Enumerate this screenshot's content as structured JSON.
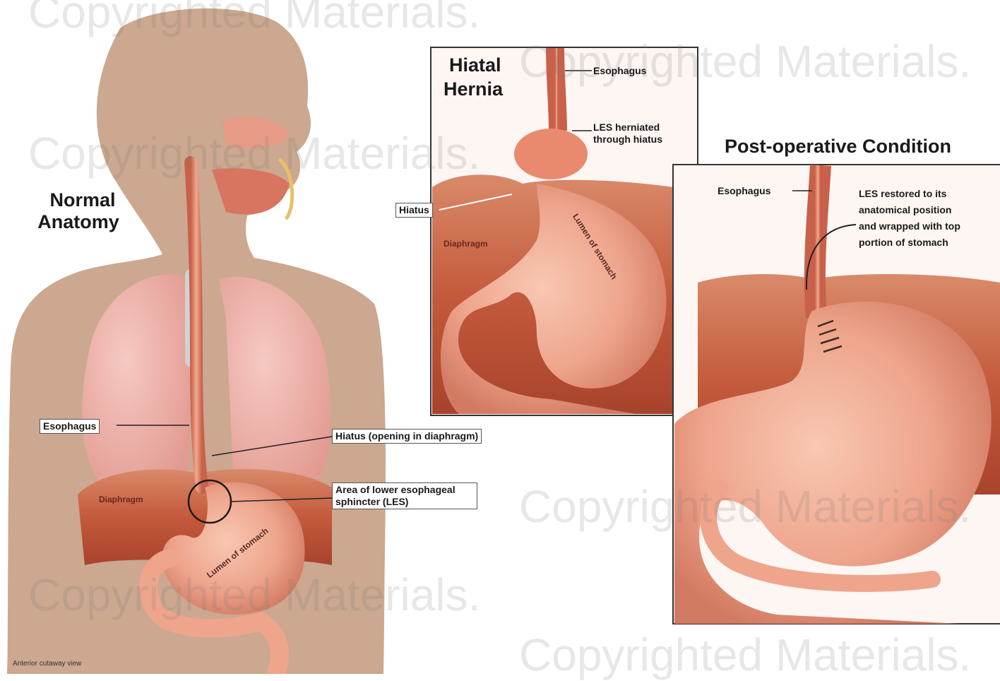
{
  "watermark": "Copyrighted Materials.",
  "normal": {
    "title_line1": "Normal",
    "title_line2": "Anatomy",
    "esophagus": "Esophagus",
    "diaphragm": "Diaphragm",
    "hiatus": "Hiatus (opening in diaphragm)",
    "les_line1": "Area of lower esophageal",
    "les_line2": "sphincter (LES)",
    "lumen": "Lumen of stomach",
    "caption": "Anterior cutaway view"
  },
  "hernia": {
    "title_line1": "Hiatal",
    "title_line2": "Hernia",
    "esophagus": "Esophagus",
    "les_line1": "LES herniated",
    "les_line2": "through hiatus",
    "hiatus": "Hiatus",
    "diaphragm": "Diaphragm",
    "lumen": "Lumen of stomach"
  },
  "postop": {
    "title": "Post-operative Condition",
    "esophagus": "Esophagus",
    "les_line1": "LES restored to its",
    "les_line2": "anatomical position",
    "les_line3": "and wrapped with top",
    "les_line4": "portion of stomach"
  },
  "colors": {
    "skin": "#cba88f",
    "muscle": "#c85a3e",
    "stomach": "#e8917a",
    "lung": "#f0b0a8"
  }
}
